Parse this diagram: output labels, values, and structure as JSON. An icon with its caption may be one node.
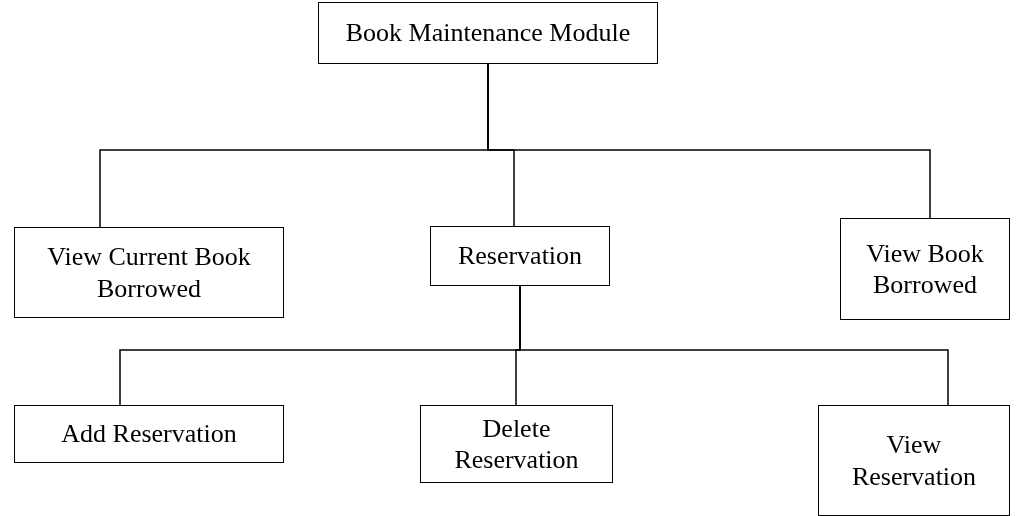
{
  "diagram": {
    "nodes": [
      {
        "text": [
          "Book Maintenance Module"
        ]
      },
      {
        "text": [
          "View Current Book Borrowed"
        ]
      },
      {
        "text": [
          "Reservation"
        ]
      },
      {
        "text": [
          "View Book Borrowed"
        ]
      },
      {
        "text": [
          "Add Reservation"
        ]
      },
      {
        "text": [
          "Delete Reservation"
        ]
      },
      {
        "text": [
          "View Reservation"
        ]
      }
    ],
    "edges": [
      {
        "from": 0,
        "to": 1,
        "arrow": "none"
      },
      {
        "from": 0,
        "to": 2,
        "arrow": "none"
      },
      {
        "from": 0,
        "to": 3,
        "arrow": "none"
      },
      {
        "from": 2,
        "to": 4,
        "arrow": "none"
      },
      {
        "from": 2,
        "to": 5,
        "arrow": "none"
      },
      {
        "from": 2,
        "to": 6,
        "arrow": "none"
      }
    ]
  }
}
